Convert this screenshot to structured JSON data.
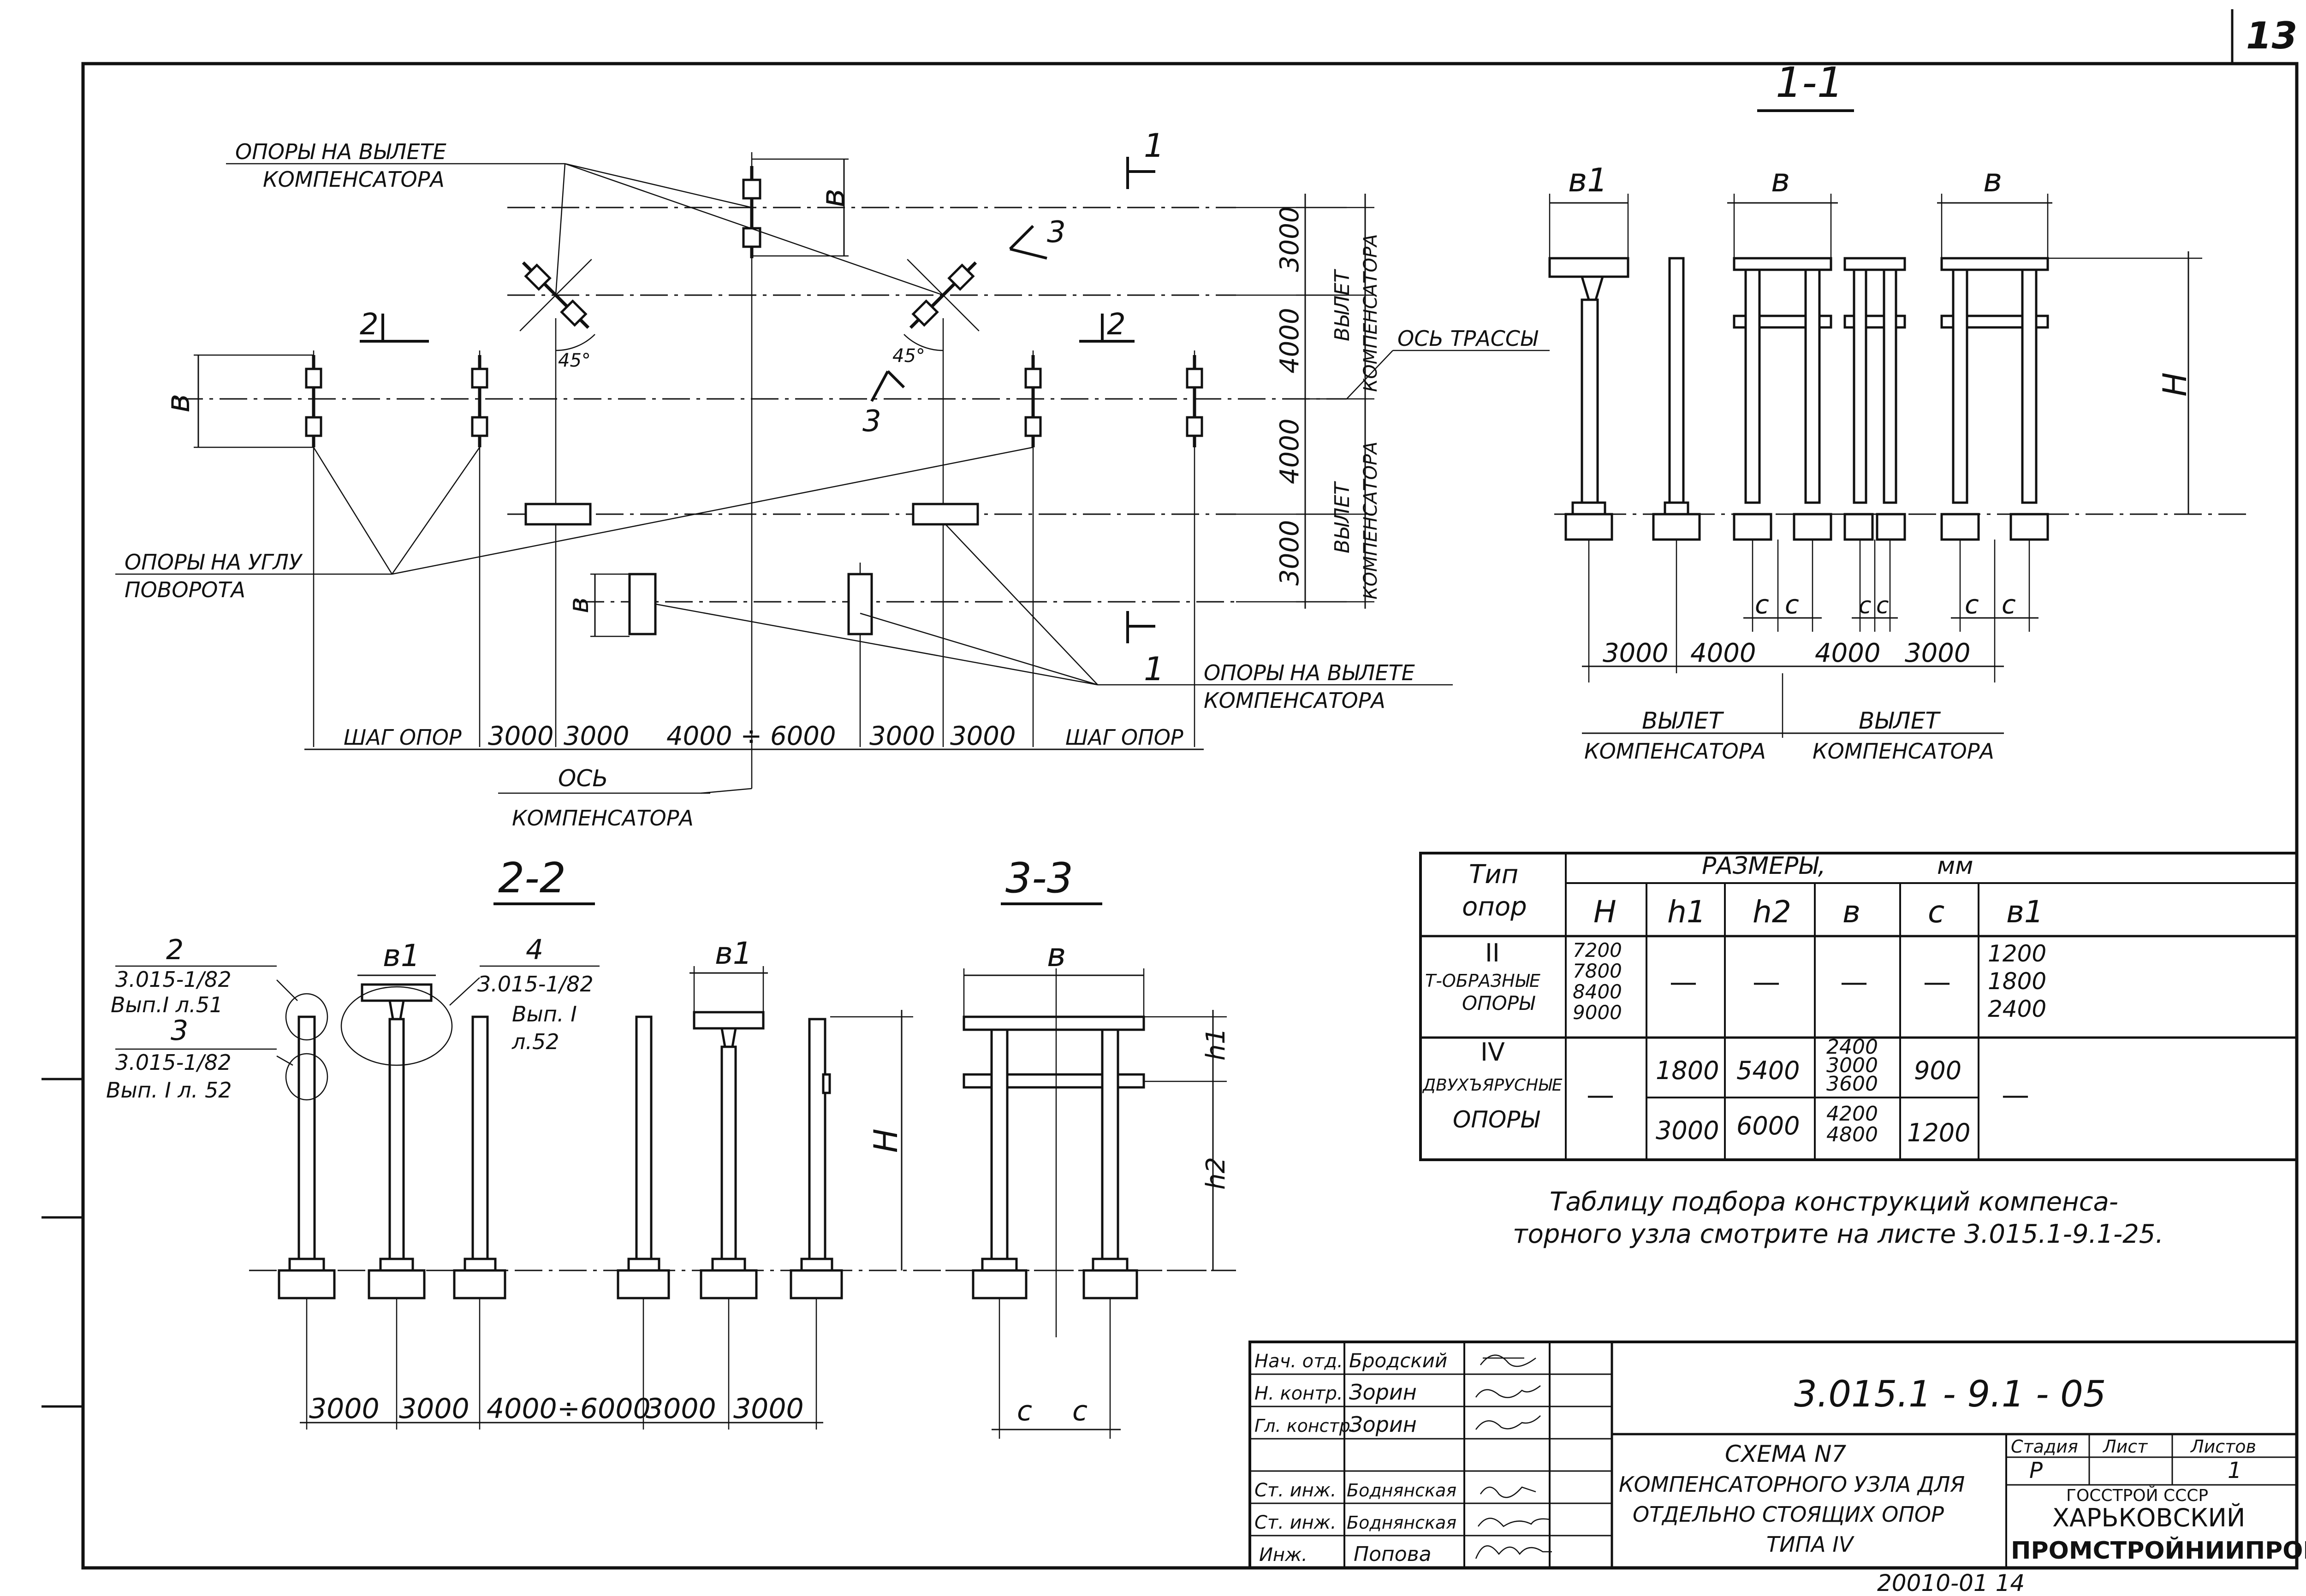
{
  "page_number": "13",
  "plan": {
    "label_supports_cantilever_top_1": "ОПОРЫ НА ВЫЛЕТЕ",
    "label_supports_cantilever_top_2": "КОМПЕНСАТОРА",
    "label_supports_corner_1": "ОПОРЫ НА УГЛУ",
    "label_supports_corner_2": "ПОВОРОТА",
    "label_supports_cantilever_bottom_1": "ОПОРЫ НА ВЫЛЕТЕ",
    "label_supports_cantilever_bottom_2": "КОМПЕНСАТОРА",
    "label_route_axis": "ОСЬ ТРАССЫ",
    "label_comp_axis_1": "ОСЬ",
    "label_comp_axis_2": "КОМПЕНСАТОРА",
    "label_vylet": "ВЫЛЕТ",
    "label_kompensatora": "КОМПЕНСАТОРА",
    "cut_1": "1",
    "cut_2": "2",
    "cut_3": "3",
    "angle_45": "45°",
    "dim_b": "в",
    "bottom_dims": [
      "ШАГ ОПОР",
      "3000",
      "3000",
      "4000 ÷ 6000",
      "3000",
      "3000",
      "ШАГ ОПОР"
    ],
    "right_dims": [
      "3000",
      "4000",
      "4000",
      "3000"
    ]
  },
  "section_1_1": {
    "title": "1-1",
    "label_b1": "в1",
    "label_b": "в",
    "label_H": "Н",
    "label_c": "с",
    "dims": [
      "3000",
      "4000",
      "4000",
      "3000"
    ],
    "vylet_1": "ВЫЛЕТ",
    "komp_1": "КОМПЕНСАТОРА",
    "vylet_2": "ВЫЛЕТ",
    "komp_2": "КОМПЕНСАТОРА"
  },
  "section_2_2": {
    "title": "2-2",
    "callout_2": "2",
    "callout_2_ref_1": "3.015-1/82",
    "callout_2_ref_2": "Вып.I л.51",
    "callout_3": "3",
    "callout_3_ref_1": "3.015-1/82",
    "callout_3_ref_2": "Вып. I л. 52",
    "callout_4": "4",
    "callout_4_ref_1": "3.015-1/82",
    "callout_4_ref_2": "Вып. I",
    "callout_4_ref_3": "л.52",
    "label_b1": "в1",
    "label_H": "Н",
    "dims": [
      "3000",
      "3000",
      "4000÷6000",
      "3000",
      "3000"
    ]
  },
  "section_3_3": {
    "title": "3-3",
    "label_b": "в",
    "label_h1": "h1",
    "label_h2": "h2",
    "label_c": "с"
  },
  "table": {
    "head_type_1": "Тип",
    "head_type_2": "опор",
    "head_sizes": "РАЗМЕРЫ,",
    "head_mm": "мм",
    "columns": [
      "Н",
      "h1",
      "h2",
      "в",
      "с",
      "в1"
    ],
    "row1_num": "II",
    "row1_name_1": "Т-ОБРАЗНЫЕ",
    "row1_name_2": "ОПОРЫ",
    "row1_H": [
      "7200",
      "7800",
      "8400",
      "9000"
    ],
    "row1_dash": "—",
    "row1_b1": [
      "1200",
      "1800",
      "2400"
    ],
    "row2_num": "IV",
    "row2_name_1": "ДВУХЪЯРУСНЫЕ",
    "row2_name_2": "ОПОРЫ",
    "row2_H": "—",
    "row2_h1_a": "1800",
    "row2_h1_b": "3000",
    "row2_h2_a": "5400",
    "row2_h2_b": "6000",
    "row2_b_a": [
      "2400",
      "3000",
      "3600"
    ],
    "row2_b_b": [
      "4200",
      "4800"
    ],
    "row2_c_a": "900",
    "row2_c_b": "1200",
    "row2_b1": "—"
  },
  "note_1": "Таблицу подбора конструкций компенса-",
  "note_2": "торного узла смотрите на листе 3.015.1-9.1-25.",
  "stamp": {
    "rows": [
      {
        "role": "Нач. отд.",
        "name": "Бродский"
      },
      {
        "role": "Н. контр.",
        "name": "Зорин"
      },
      {
        "role": "Гл. констр.",
        "name": "Зорин"
      },
      {
        "role": "",
        "name": ""
      },
      {
        "role": "Ст. инж.",
        "name": "Боднянская"
      },
      {
        "role": "Ст. инж.",
        "name": "Боднянская"
      },
      {
        "role": "Инж.",
        "name": "Попова"
      }
    ],
    "doc_code": "3.015.1 - 9.1 - 05",
    "title_1": "СХЕМА N7",
    "title_2": "КОМПЕНСАТОРНОГО УЗЛА ДЛЯ",
    "title_3": "ОТДЕЛЬНО СТОЯЩИХ ОПОР",
    "title_4": "ТИПА IV",
    "stage_label": "Стадия",
    "sheet_label": "Лист",
    "sheets_label": "Листов",
    "stage": "Р",
    "sheets": "1",
    "org_1": "ГОССТРОЙ СССР",
    "org_2": "ХАРЬКОВСКИЙ",
    "org_3": "ПРОМСТРОЙНИИПРОЕКТ"
  },
  "footer_code": "20010-01  14"
}
